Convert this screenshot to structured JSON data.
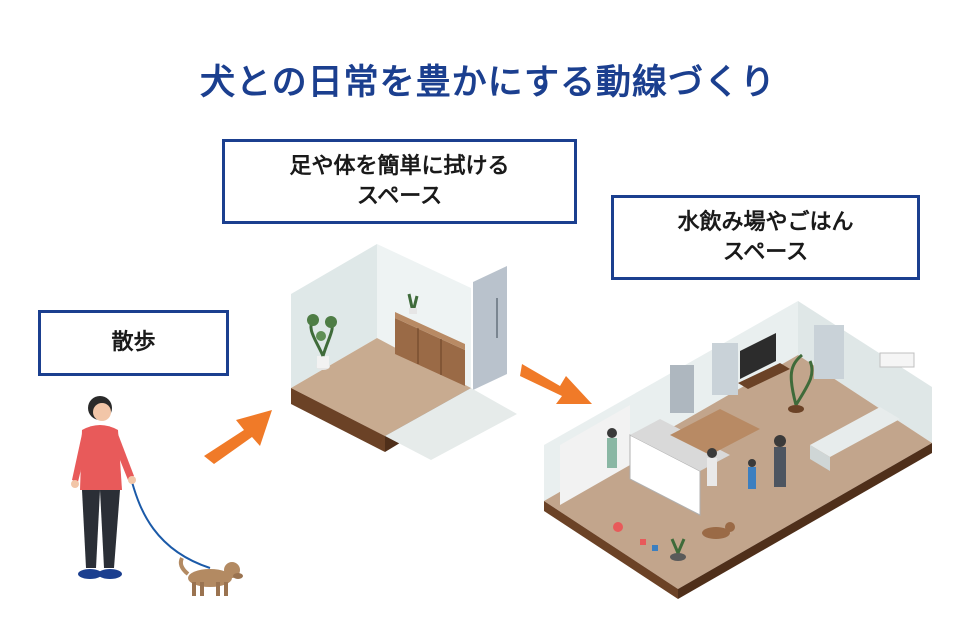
{
  "title": "犬との日常を豊かにする動線づくり",
  "labels": {
    "walk": "散歩",
    "wipe_line1": "足や体を簡単に拭ける",
    "wipe_line2": "スペース",
    "food_line1": "水飲み場やごはん",
    "food_line2": "スペース"
  },
  "colors": {
    "title": "#1b3f8f",
    "box_border": "#1b3f8f",
    "arrow": "#f07a28"
  }
}
